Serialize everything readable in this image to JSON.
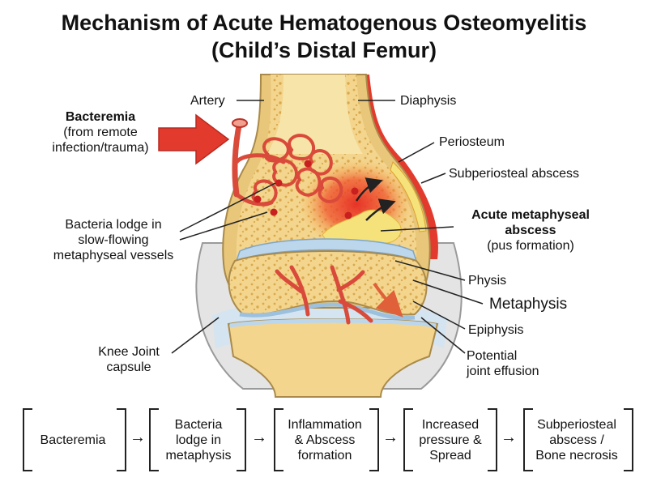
{
  "title": {
    "line1": "Mechanism of Acute Hematogenous Osteomyelitis",
    "line2": "(Child’s Distal Femur)"
  },
  "labels": {
    "artery": "Artery",
    "diaphysis": "Diaphysis",
    "bacteremia_head": "Bacteremia",
    "bacteremia_sub1": "(from remote",
    "bacteremia_sub2": "infection/trauma)",
    "periosteum": "Periosteum",
    "subperiosteal_abscess": "Subperiosteal abscess",
    "acute_abscess_1": "Acute metaphyseal",
    "acute_abscess_2": "abscess",
    "acute_abscess_3": "(pus formation)",
    "bacteria_lodge_1": "Bacteria lodge in",
    "bacteria_lodge_2": "slow-flowing",
    "bacteria_lodge_3": "metaphyseal vessels",
    "physis": "Physis",
    "metaphysis": "Metaphysis",
    "epiphysis": "Epiphysis",
    "knee_joint_1": "Knee Joint",
    "knee_joint_2": "capsule",
    "effusion_1": "Potential",
    "effusion_2": "joint effusion"
  },
  "flow": {
    "arrow": "→",
    "steps": [
      {
        "l1": "Bacteremia",
        "l2": "",
        "l3": ""
      },
      {
        "l1": "Bacteria",
        "l2": "lodge in",
        "l3": "metaphysis"
      },
      {
        "l1": "Inflammation",
        "l2": "& Abscess",
        "l3": "formation"
      },
      {
        "l1": "Increased",
        "l2": "pressure &",
        "l3": "Spread"
      },
      {
        "l1": "Subperiosteal",
        "l2": "abscess /",
        "l3": "Bone necrosis"
      }
    ]
  },
  "colors": {
    "bone": "#f7dfa0",
    "cortex": "#e8c67a",
    "physis": "#bcd6ec",
    "artery": "#d94a3a",
    "inflammation": "#e8332a",
    "pus": "#f5e27a",
    "cartilage": "#d7e6f2"
  }
}
